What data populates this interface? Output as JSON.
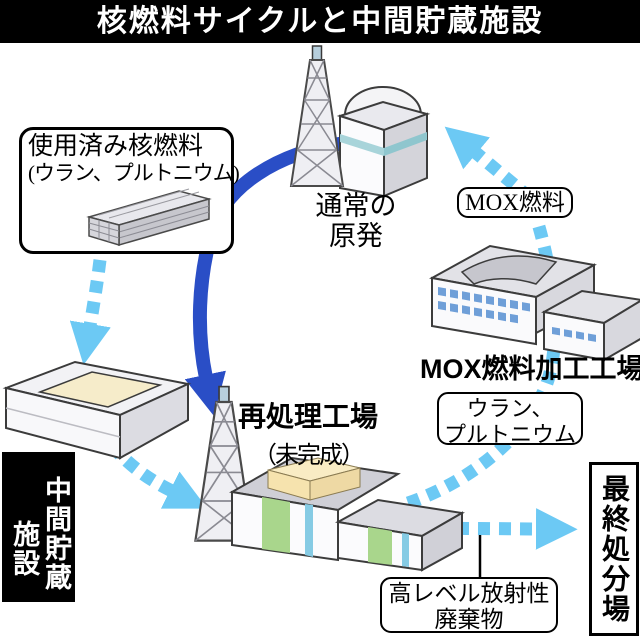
{
  "title": "核燃料サイクルと中間貯蔵施設",
  "nodes": {
    "spent_fuel": {
      "line1": "使用済み核燃料",
      "line2": "(ウラン、プルトニウム)"
    },
    "reactor": {
      "line1": "通常の",
      "line2": "原発"
    },
    "mox_fuel": {
      "label": "MOX燃料"
    },
    "mox_plant": {
      "label": "MOX燃料加工工場"
    },
    "uranium_plutonium": {
      "line1": "ウラン、",
      "line2": "プルトニウム"
    },
    "reprocessing": {
      "label": "再処理工場",
      "sublabel": "（未完成）"
    },
    "interim_storage": {
      "col1": "中間貯蔵",
      "col2": "施設"
    },
    "final_disposal": {
      "label": "最終処分場"
    },
    "hlw": {
      "line1": "高レベル放射性",
      "line2": "廃棄物"
    }
  },
  "icons": [
    "transmission-tower-icon",
    "reactor-building-icon",
    "fuel-assembly-icon",
    "mox-plant-building-icon",
    "storage-building-icon",
    "reprocessing-building-icon"
  ],
  "arrows": {
    "reactor_to_reprocessing": "solid",
    "spent_fuel_to_storage": "dashed",
    "storage_to_reprocessing": "dashed",
    "reprocessing_to_mox_plant": "dashed",
    "mox_fuel_to_reactor": "dashed",
    "reprocessing_to_disposal": "dashed"
  },
  "colors": {
    "title_bg": "#000000",
    "title_fg": "#ffffff",
    "solid_arrow": "#2a4ec6",
    "dashed_arrow": "#6cc9f4",
    "reactor_stripe": "#a8d4da",
    "plant_green": "#a9d68c",
    "plant_blue": "#86cbe4",
    "cream_block": "#f6e3ae",
    "window_blue": "#6f9fd8"
  }
}
